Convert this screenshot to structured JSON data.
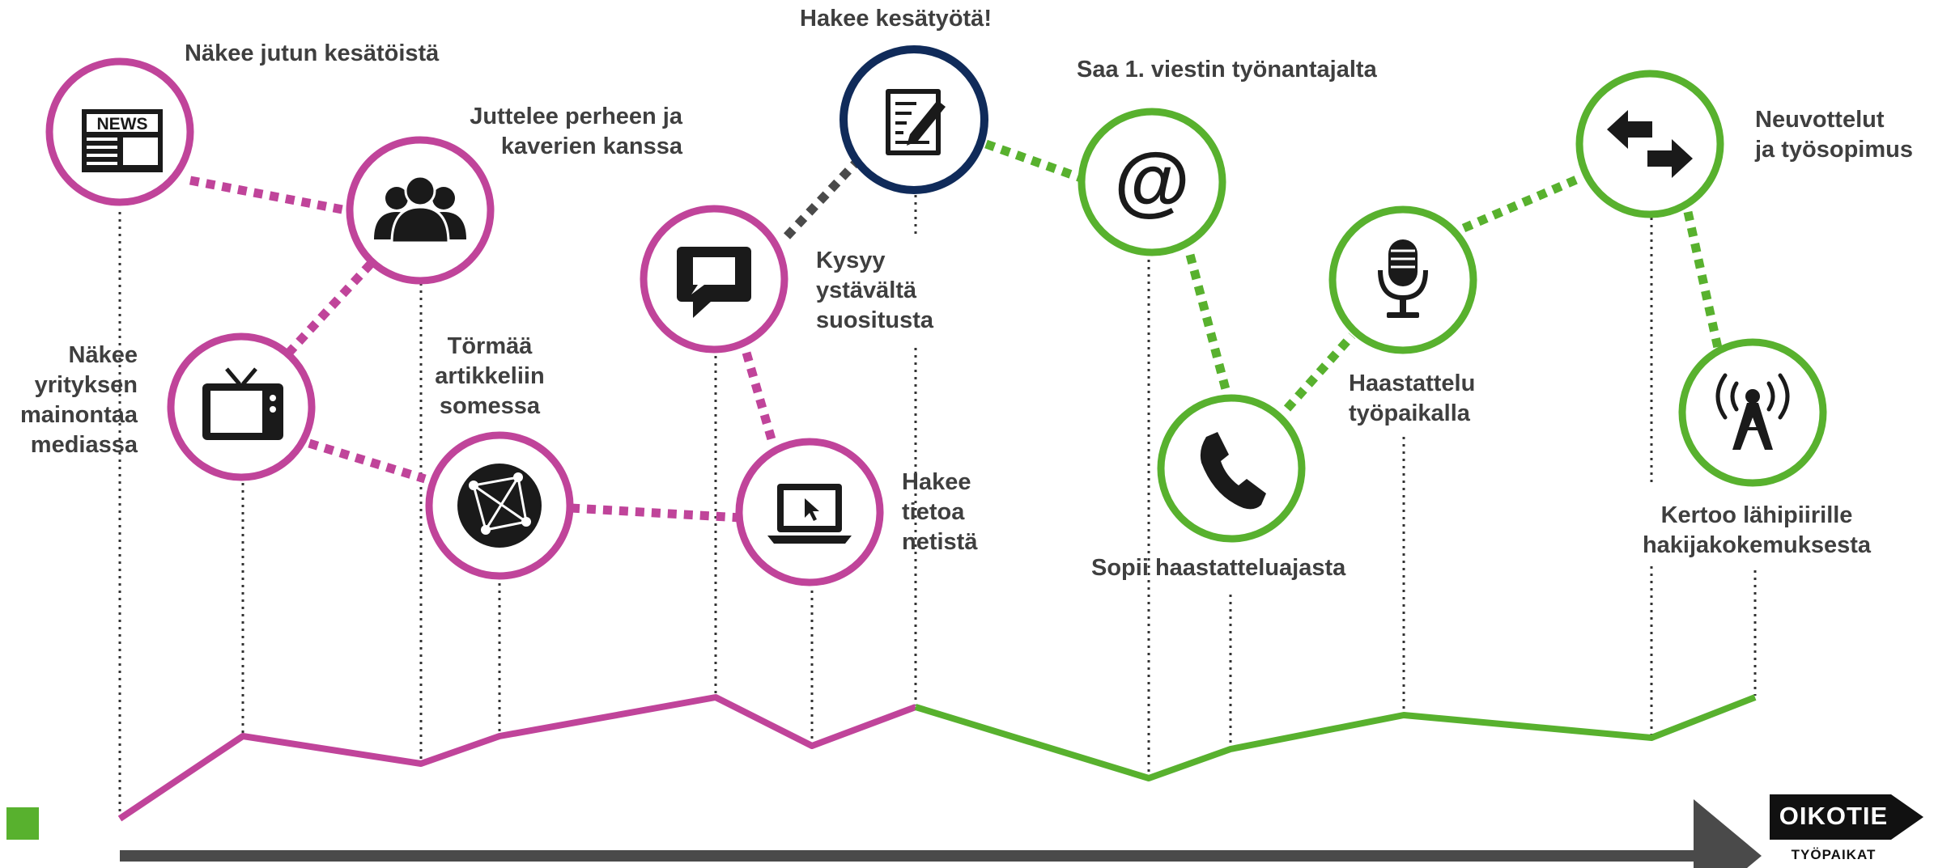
{
  "colors": {
    "purple": "#c0449a",
    "green": "#58b12e",
    "navy": "#102b5a",
    "dark_link": "#4a4a4a",
    "text": "#3f3f3f"
  },
  "steps": [
    {
      "id": "nakee-jutun",
      "icon": "newspaper-icon",
      "color": "purple",
      "label": "Näkee jutun kesätöistä",
      "icon_text": "NEWS"
    },
    {
      "id": "juttelee",
      "icon": "people-group-icon",
      "color": "purple",
      "label": "Juttelee perheen ja\nkaverien kanssa"
    },
    {
      "id": "nakee-mainontaa",
      "icon": "tv-icon",
      "color": "purple",
      "label": "Näkee\nyrityksen\nmainontaa\nmediassa"
    },
    {
      "id": "tormaa",
      "icon": "globe-network-icon",
      "color": "purple",
      "label": "Törmää\nartikkeliin\nsomessa"
    },
    {
      "id": "kysyy",
      "icon": "chat-bubble-icon",
      "color": "purple",
      "label": "Kysyy\nystävältä\nsuositusta"
    },
    {
      "id": "hakee-tietoa",
      "icon": "laptop-cursor-icon",
      "color": "purple",
      "label": "Hakee\ntietoa\nnetistä"
    },
    {
      "id": "hakee-kesatyota",
      "icon": "document-pen-icon",
      "color": "navy",
      "label": "Hakee kesätyötä!"
    },
    {
      "id": "saa-viestin",
      "icon": "at-sign-icon",
      "color": "green",
      "label": "Saa 1. viestin työnantajalta",
      "icon_text": "@"
    },
    {
      "id": "sopii",
      "icon": "phone-icon",
      "color": "green",
      "label": "Sopii haastatteluajasta"
    },
    {
      "id": "haastattelu",
      "icon": "microphone-icon",
      "color": "green",
      "label": "Haastattelu\ntyöpaikalla"
    },
    {
      "id": "neuvottelut",
      "icon": "exchange-arrows-icon",
      "color": "green",
      "label": "Neuvottelut\nja työsopimus"
    },
    {
      "id": "kertoo",
      "icon": "broadcast-antenna-icon",
      "color": "green",
      "label": "Kertoo lähipiirille\nhakijakokemuksesta"
    }
  ],
  "brand": {
    "name": "OIKOTIE",
    "sub": "TYÖPAIKAT"
  }
}
